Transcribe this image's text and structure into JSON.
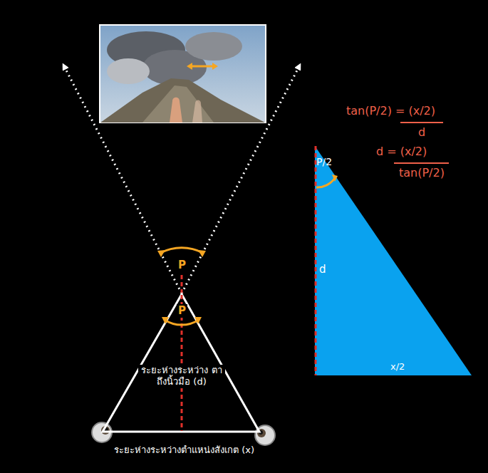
{
  "diagram": {
    "nodes": [
      {
        "text": [
          "P",
          "ระยะห่างระหว่าง ตาถึงนิ้วมือ (d)"
        ]
      },
      {
        "text": [
          "P/2",
          "d",
          "x/2"
        ]
      }
    ],
    "labels": [
      "P",
      "ระยะห่างระหว่างตำแหน่งสังเกต (x)",
      "tan(P/2) = (x/2)",
      "d",
      "d = (x/2)",
      "tan(P/2)"
    ]
  }
}
